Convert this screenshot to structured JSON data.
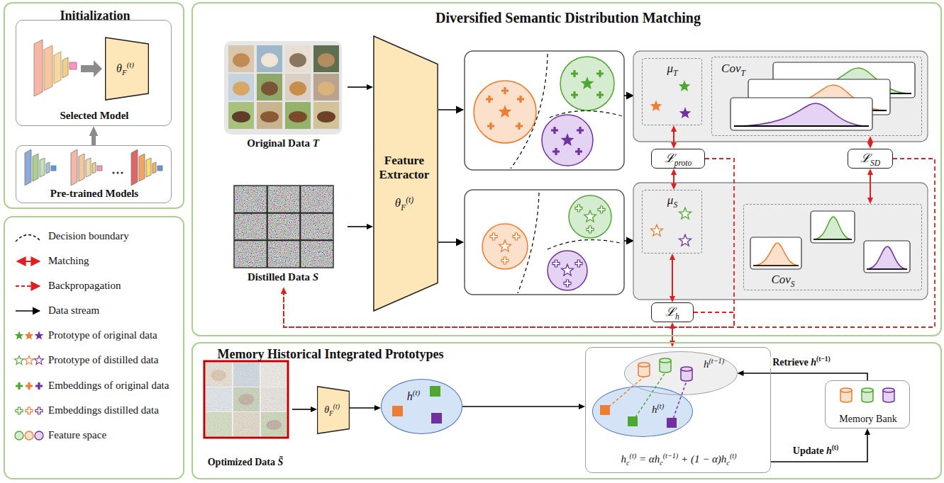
{
  "diagram": {
    "nodes": [
      {
        "text": [
          "Initialization"
        ]
      },
      {
        "text": [
          "Selected Model"
        ],
        "in": 0
      },
      {
        "text": [
          "θF(t)"
        ],
        "in": 1
      },
      {
        "text": [
          "Pre-trained Models"
        ],
        "in": 0
      },
      {
        "text": [
          "Diversified Semantic Distribution Matching"
        ]
      },
      {
        "text": [
          "Original Data T"
        ],
        "in": 4
      },
      {
        "text": [
          "Distilled Data S"
        ],
        "in": 4
      },
      {
        "text": [
          "Feature Extractor",
          "θF(t)"
        ],
        "in": 4
      },
      {
        "text": [
          "μT"
        ],
        "in": 4
      },
      {
        "text": [
          "CovT"
        ],
        "in": 4
      },
      {
        "text": [
          "μS"
        ],
        "in": 4
      },
      {
        "text": [
          "CovS"
        ],
        "in": 4
      },
      {
        "text": [
          "ℒproto"
        ],
        "in": 4
      },
      {
        "text": [
          "ℒSD"
        ],
        "in": 4
      },
      {
        "text": [
          "ℒh"
        ],
        "in": 4
      },
      {
        "text": [
          "Memory Historical Integrated Prototypes"
        ]
      },
      {
        "text": [
          "Optimized Data S̃"
        ],
        "in": 15
      },
      {
        "text": [
          "θF(t)"
        ],
        "in": 15
      },
      {
        "text": [
          "h(t)"
        ],
        "in": 15
      },
      {
        "text": [
          "hc(t) = αhc(t−1) + (1 − α)hc(t)"
        ],
        "in": 15
      },
      {
        "text": [
          "h(t−1)"
        ],
        "in": 19
      },
      {
        "text": [
          "h(t)"
        ],
        "in": 19
      },
      {
        "text": [
          "Memory Bank"
        ],
        "in": 15
      }
    ],
    "edges": [
      {
        "from": 5,
        "to": 7,
        "arrow": "to"
      },
      {
        "from": 6,
        "to": 7,
        "arrow": "to"
      },
      {
        "from": 3,
        "to": 1,
        "arrow": "to"
      },
      {
        "from": 12,
        "to": 8,
        "arrow": "both"
      },
      {
        "from": 12,
        "to": 10,
        "arrow": "both"
      },
      {
        "from": 13,
        "to": 9,
        "arrow": "both"
      },
      {
        "from": 13,
        "to": 11,
        "arrow": "both"
      },
      {
        "from": 14,
        "to": 10,
        "arrow": "both"
      },
      {
        "from": 14,
        "to": 19,
        "arrow": "both"
      },
      {
        "from": 12,
        "to": 6,
        "arrow": "to"
      },
      {
        "from": 13,
        "to": 6,
        "arrow": "to"
      },
      {
        "from": 14,
        "to": 6,
        "arrow": "to"
      },
      {
        "from": 16,
        "to": 17,
        "arrow": "to"
      },
      {
        "from": 17,
        "to": 18,
        "arrow": "to"
      },
      {
        "from": 18,
        "to": 19,
        "arrow": "to"
      },
      {
        "from": 22,
        "to": 20,
        "label": "Retrieve h(t−1)",
        "arrow": "to"
      },
      {
        "from": 19,
        "to": 22,
        "label": "Update h(t)",
        "arrow": "to"
      }
    ],
    "legend": [
      {
        "text": "Decision boundary"
      },
      {
        "text": "Matching"
      },
      {
        "text": "Backpropagation"
      },
      {
        "text": "Data stream"
      },
      {
        "text": "Prototype of original data"
      },
      {
        "text": "Prototype of distilled data"
      },
      {
        "text": "Embeddings of original data"
      },
      {
        "text": "Embeddings distilled data"
      },
      {
        "text": "Feature space"
      }
    ]
  }
}
